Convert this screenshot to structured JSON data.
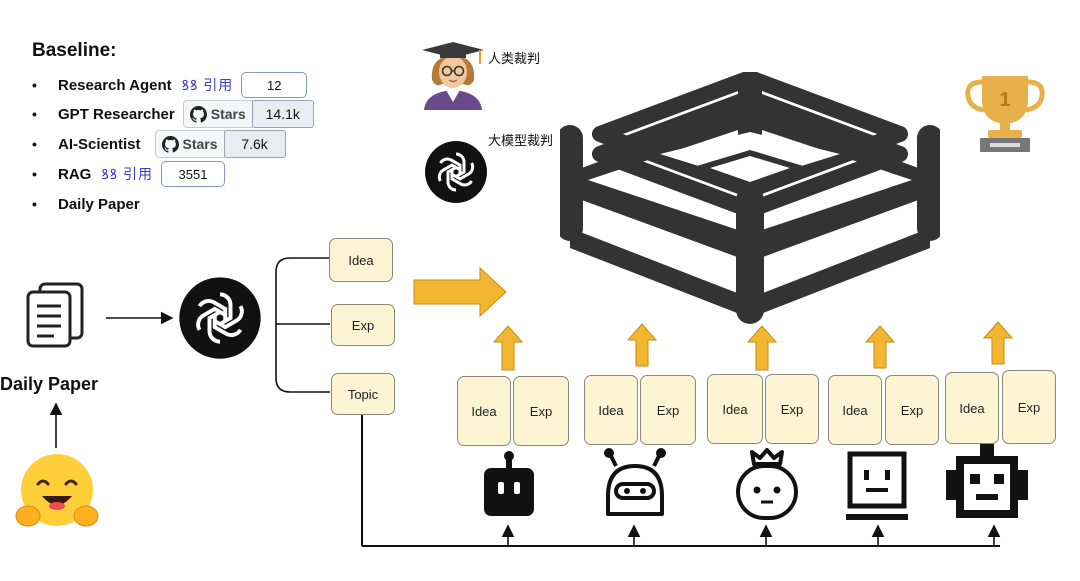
{
  "baseline": {
    "title": "Baseline:",
    "items": [
      {
        "name": "Research Agent",
        "cite_label": "引用",
        "value": "12"
      },
      {
        "name": "GPT Researcher",
        "stars_label": "Stars",
        "value": "14.1k"
      },
      {
        "name": "AI-Scientist",
        "stars_label": "Stars",
        "value": "7.6k"
      },
      {
        "name": "RAG",
        "cite_label": "引用",
        "value": "3551"
      },
      {
        "name": "Daily Paper"
      }
    ]
  },
  "judges": {
    "human": "人类裁判",
    "llm": "大模型裁判"
  },
  "pipeline": {
    "source_label": "Daily Paper",
    "branches": [
      "Idea",
      "Exp",
      "Topic"
    ]
  },
  "agents": [
    {
      "idea": "Idea",
      "exp": "Exp",
      "icon": "robot-1-icon"
    },
    {
      "idea": "Idea",
      "exp": "Exp",
      "icon": "robot-2-icon"
    },
    {
      "idea": "Idea",
      "exp": "Exp",
      "icon": "robot-3-icon"
    },
    {
      "idea": "Idea",
      "exp": "Exp",
      "icon": "robot-4-icon"
    },
    {
      "idea": "Idea",
      "exp": "Exp",
      "icon": "robot-5-icon"
    }
  ],
  "colors": {
    "arrow": "#f2b630",
    "node_fill": "#fdf4d4",
    "ring": "#333333",
    "trophy": "#e8b04a"
  }
}
